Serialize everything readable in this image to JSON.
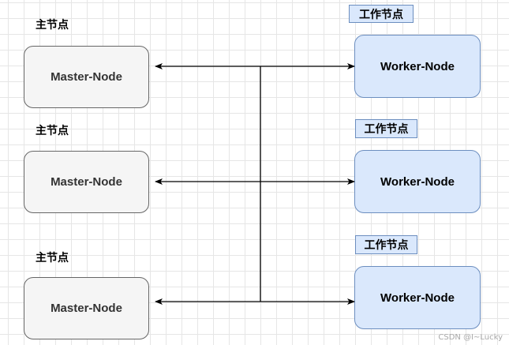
{
  "master_label": "主节点",
  "worker_label": "工作节点",
  "master_nodes": [
    "Master-Node",
    "Master-Node",
    "Master-Node"
  ],
  "worker_nodes": [
    "Worker-Node",
    "Worker-Node",
    "Worker-Node"
  ],
  "watermark": "CSDN @I~Lucky",
  "colors": {
    "master_fill": "#f5f5f5",
    "master_stroke": "#666666",
    "worker_fill": "#dae8fc",
    "worker_stroke": "#6c8ebf"
  }
}
